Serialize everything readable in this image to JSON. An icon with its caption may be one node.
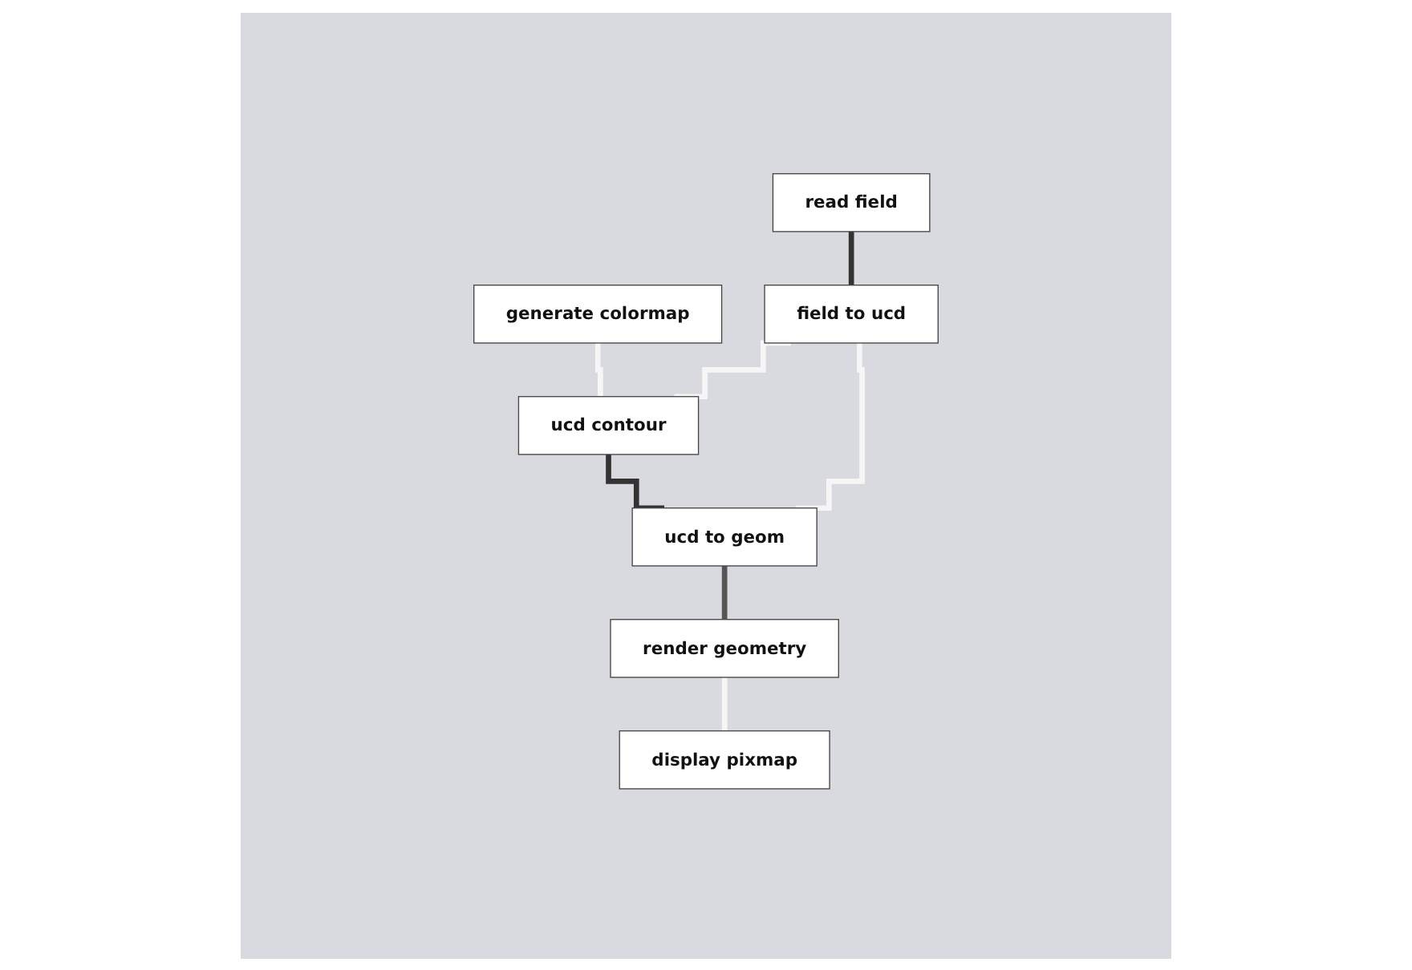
{
  "diagram": {
    "nodes": [
      {
        "text": [
          "read field"
        ]
      },
      {
        "text": [
          "generate colormap"
        ]
      },
      {
        "text": [
          "field to ucd"
        ]
      },
      {
        "text": [
          "ucd contour"
        ]
      },
      {
        "text": [
          "ucd to geom"
        ]
      },
      {
        "text": [
          "render geometry"
        ]
      },
      {
        "text": [
          "display pixmap"
        ]
      }
    ],
    "edges": [
      {
        "from": 0,
        "to": 2,
        "arrow": "none",
        "color": "#333333"
      },
      {
        "from": 1,
        "to": 3,
        "arrow": "none"
      },
      {
        "from": 2,
        "to": 3,
        "arrow": "none"
      },
      {
        "from": 2,
        "to": 4,
        "arrow": "none"
      },
      {
        "from": 3,
        "to": 4,
        "arrow": "none",
        "color": "#333333"
      },
      {
        "from": 4,
        "to": 5,
        "arrow": "none",
        "color": "#555555"
      },
      {
        "from": 5,
        "to": 6,
        "arrow": "none"
      }
    ]
  }
}
